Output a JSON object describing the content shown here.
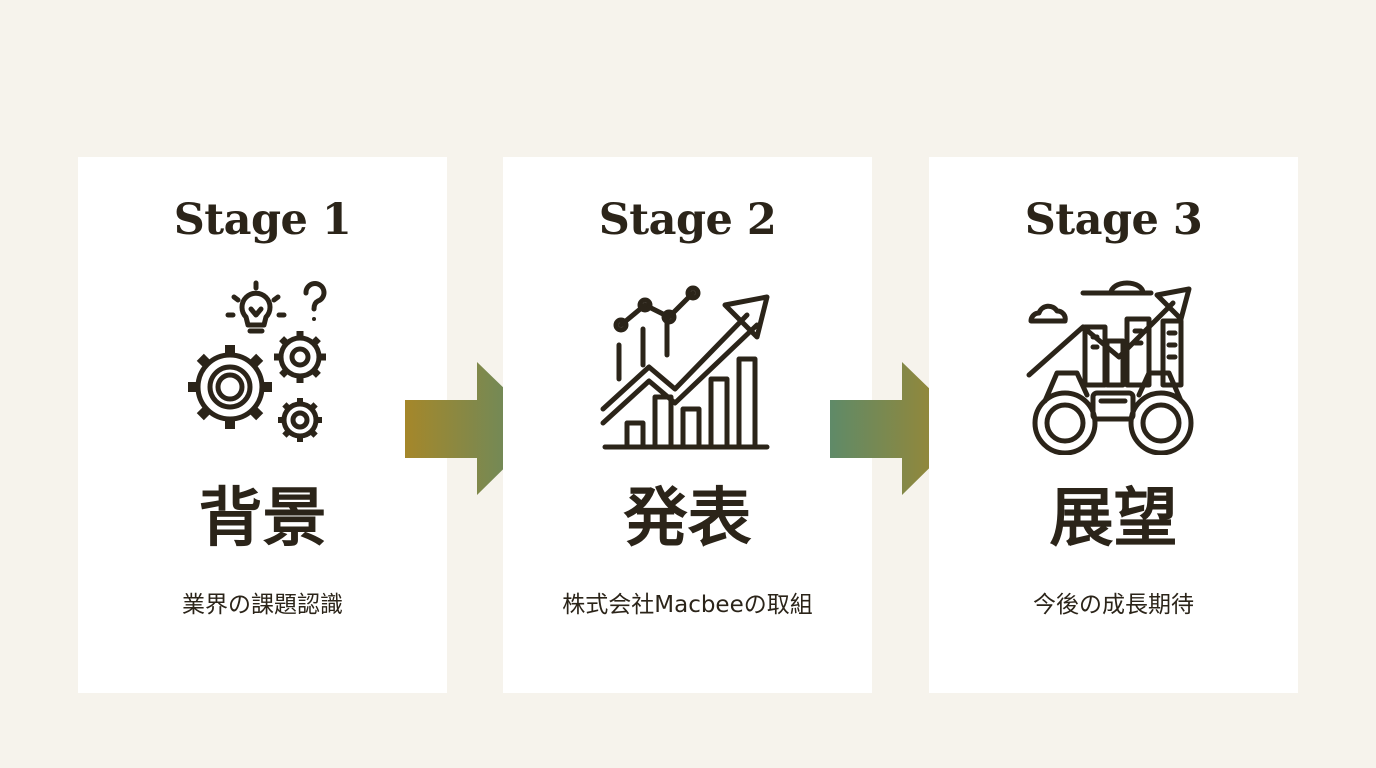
{
  "colors": {
    "background": "#f6f3ec",
    "card": "#ffffff",
    "text": "#2b2419",
    "arrow_gold": "#a5872a",
    "arrow_green": "#5f8a68"
  },
  "stages": [
    {
      "title": "Stage 1",
      "icon": "lightbulb-gears-icon",
      "heading": "背景",
      "description": "業界の課題認識"
    },
    {
      "title": "Stage 2",
      "icon": "growth-chart-icon",
      "heading": "発表",
      "description": "株式会社Macbeeの取組"
    },
    {
      "title": "Stage 3",
      "icon": "binoculars-city-icon",
      "heading": "展望",
      "description": "今後の成長期待"
    }
  ]
}
